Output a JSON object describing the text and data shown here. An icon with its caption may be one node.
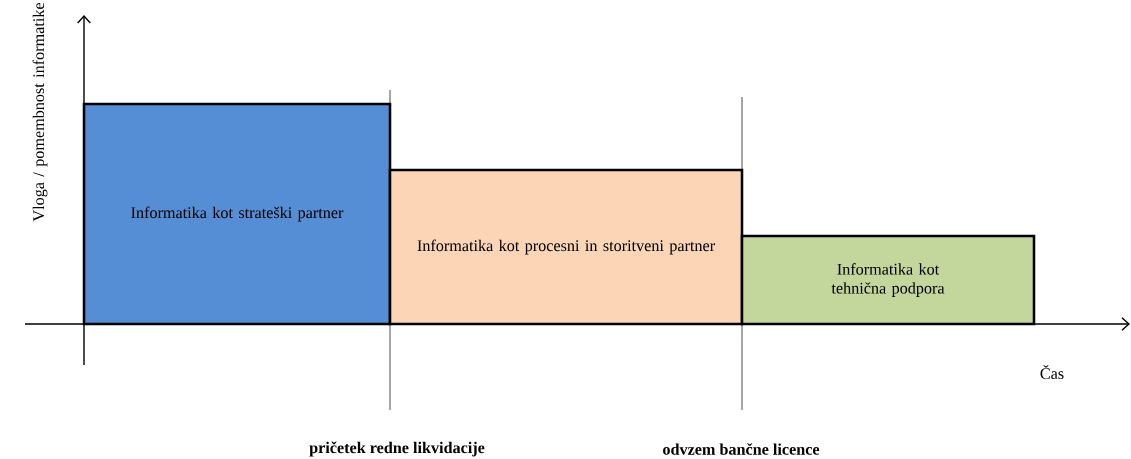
{
  "diagram": {
    "nodes": [
      {
        "text": [
          "Informatika kot strateški partner"
        ]
      },
      {
        "text": [
          "Informatika kot procesni in storitveni partner"
        ]
      },
      {
        "text": [
          "Informatika kot tehnična podpora"
        ]
      }
    ],
    "labels": [
      "Vloga / pomembnost informatike",
      "Čas",
      "pričetek redne likvidacije",
      "odvzem bančne licence"
    ]
  }
}
